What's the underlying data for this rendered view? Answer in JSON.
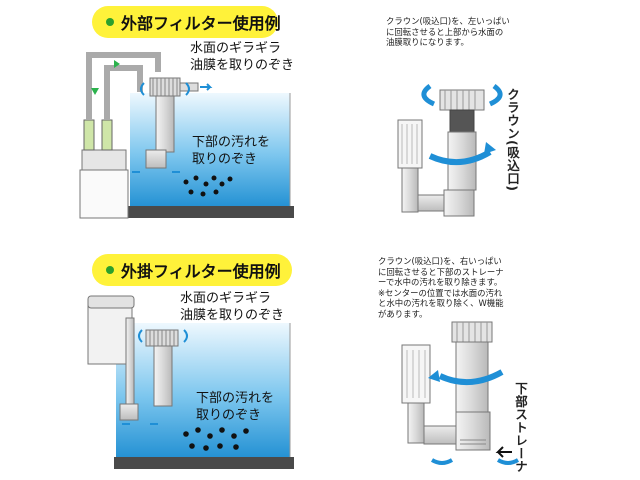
{
  "top_section": {
    "title": "外部フィルター使用例",
    "label_surface_lines": [
      "水面のギラギラ",
      "油膜を取りのぞき"
    ],
    "label_bottom_lines": [
      "下部の汚れを",
      "取りのぞき"
    ],
    "note_lines": [
      "クラウン(吸込口)を、左いっぱい",
      "に回転させると上部から水面の",
      "油膜取りになります。"
    ],
    "crown_label": "クラウン(吸込口)"
  },
  "bottom_section": {
    "title": "外掛フィルター使用例",
    "label_surface_lines": [
      "水面のギラギラ",
      "油膜を取りのぞき"
    ],
    "label_bottom_lines": [
      "下部の汚れを",
      "取りのぞき"
    ],
    "note_lines": [
      "クラウン(吸込口)を、右いっぱい",
      "に回転させると下部のストレーナ",
      "ーで水中の汚れを取り除きます。",
      "※センターの位置では水面の汚れ",
      "と水中の汚れを取り除く、W機能",
      "があります。"
    ],
    "strainer_label": "下部ストレーナ"
  },
  "colors": {
    "pill": "#fff23a",
    "dot": "#2ca02c",
    "water_top": "#e8f5fd",
    "water_bottom": "#2a9ad8",
    "arrow_blue": "#1f8fd6",
    "arrow_green": "#2bb24c",
    "tank_base": "#4a4a4a"
  }
}
